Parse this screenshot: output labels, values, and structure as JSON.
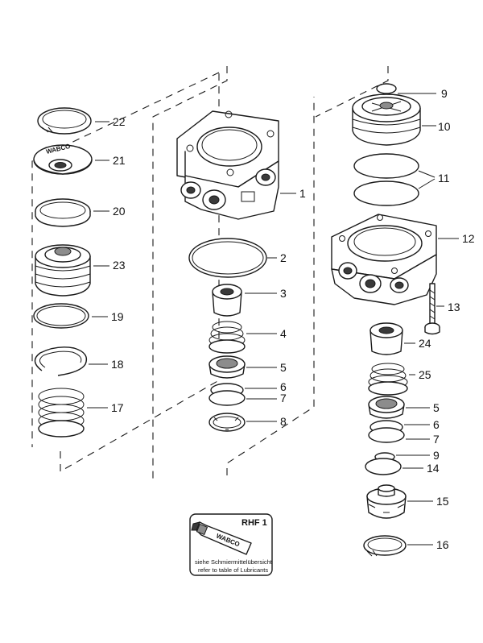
{
  "callouts": {
    "c1": "1",
    "c2": "2",
    "c3": "3",
    "c4": "4",
    "c5": "5",
    "c6": "6",
    "c7": "7",
    "c8": "8",
    "c9": "9",
    "c10": "10",
    "c11": "11",
    "c12": "12",
    "c13": "13",
    "c24": "24",
    "c25": "25",
    "c5b": "5",
    "c6b": "6",
    "c7b": "7",
    "c9b": "9",
    "c14": "14",
    "c15": "15",
    "c16": "16",
    "c17": "17",
    "c18": "18",
    "c19": "19",
    "c20": "20",
    "c21": "21",
    "c22": "22",
    "c23": "23"
  },
  "brand": {
    "cap_logo": "WABCO",
    "tube_logo": "WABCO"
  },
  "lubricant_note": {
    "code": "RHF 1",
    "line_de": "siehe Schmiermittelübersicht",
    "line_en": "refer to table of Lubricants"
  },
  "icons": [
    "dashed-assembly-boundary",
    "exploded-part",
    "leader-line",
    "lubricant-tube-icon"
  ]
}
